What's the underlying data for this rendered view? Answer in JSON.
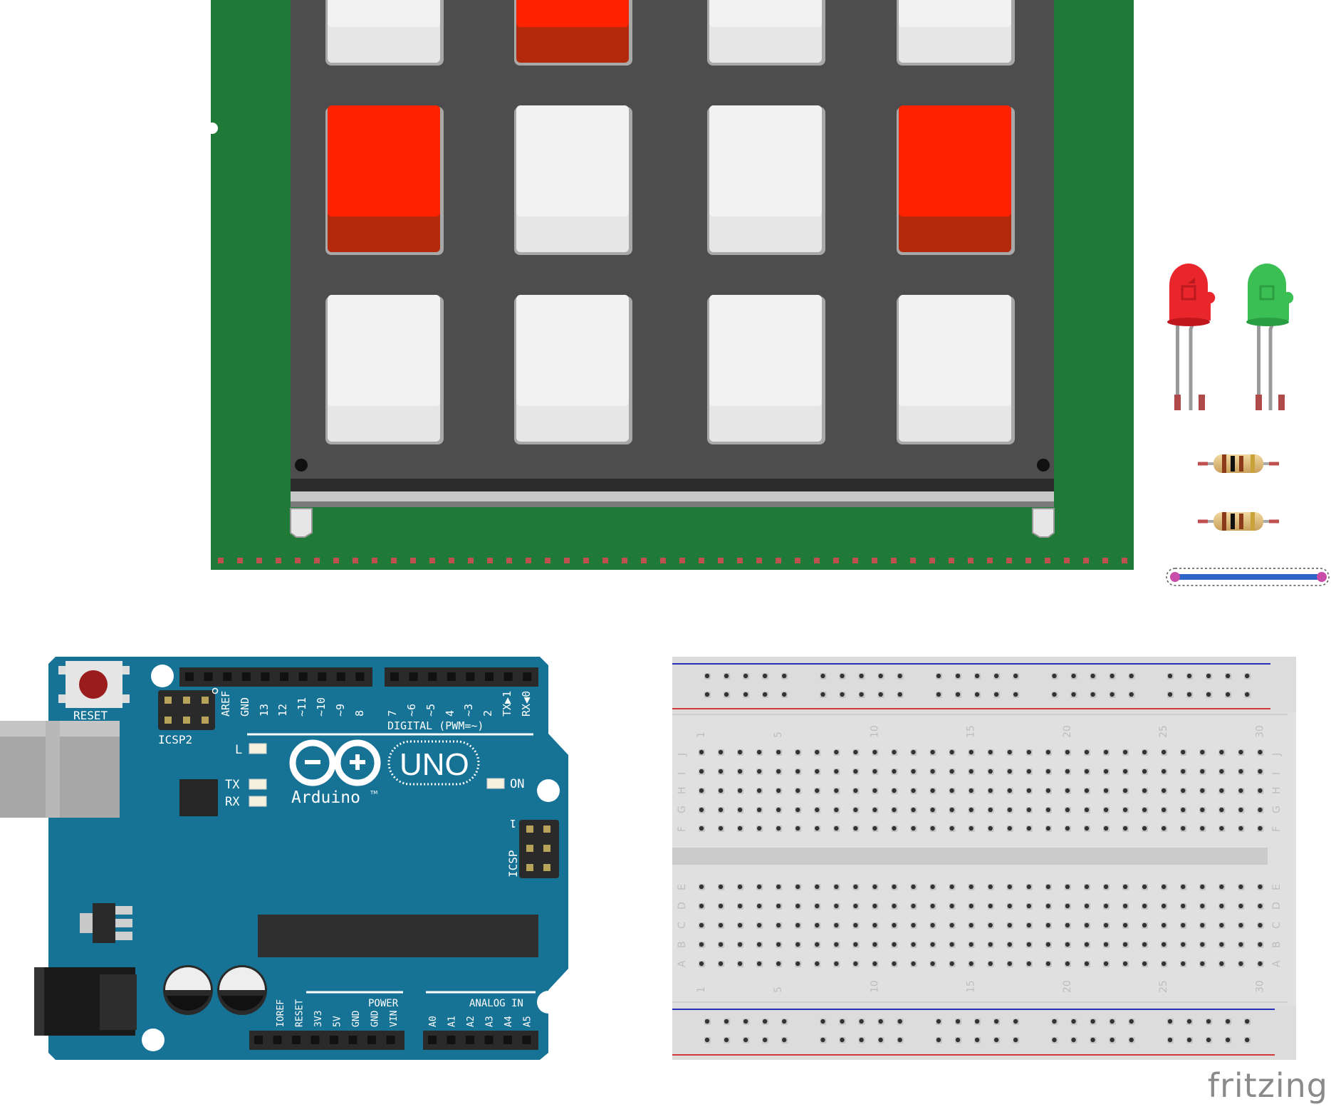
{
  "keypad": {
    "key_states": [
      [
        "white",
        "red",
        "white",
        "white"
      ],
      [
        "red",
        "white",
        "white",
        "red"
      ],
      [
        "white",
        "white",
        "white",
        "white"
      ]
    ]
  },
  "components": {
    "leds": [
      "red",
      "green"
    ],
    "resistor_count": 2,
    "wire_color": "blue"
  },
  "arduino": {
    "reset_label": "RESET",
    "icsp2_label": "ICSP2",
    "icsp_label": "ICSP",
    "icsp_pin1": "1",
    "digital_pins": [
      "AREF",
      "GND",
      "13",
      "12",
      "~11",
      "~10",
      "~9",
      "8",
      "7",
      "~6",
      "~5",
      "4",
      "~3",
      "2",
      "TX▶1",
      "RX◀0"
    ],
    "digital_label": "DIGITAL (PWM=~)",
    "led_l": "L",
    "led_tx": "TX",
    "led_rx": "RX",
    "led_on": "ON",
    "brand": "Arduino",
    "tm": "TM",
    "model": "UNO",
    "power_pins": [
      "IOREF",
      "RESET",
      "3V3",
      "5V",
      "GND",
      "GND",
      "VIN"
    ],
    "power_label": "POWER",
    "analog_pins": [
      "A0",
      "A1",
      "A2",
      "A3",
      "A4",
      "A5"
    ],
    "analog_label": "ANALOG IN"
  },
  "breadboard": {
    "column_numbers": [
      "1",
      "5",
      "10",
      "15",
      "20",
      "25",
      "30"
    ],
    "rows_top": [
      "J",
      "I",
      "H",
      "G",
      "F"
    ],
    "rows_bottom": [
      "E",
      "D",
      "C",
      "B",
      "A"
    ]
  },
  "watermark": "fritzing",
  "colors": {
    "pcb_green": "#207a37",
    "keypad_body": "#4d4d4d",
    "key_red": "#ff2200",
    "key_white": "#f2f2f2",
    "arduino_blue": "#177396",
    "breadboard": "#d9d9d9"
  }
}
